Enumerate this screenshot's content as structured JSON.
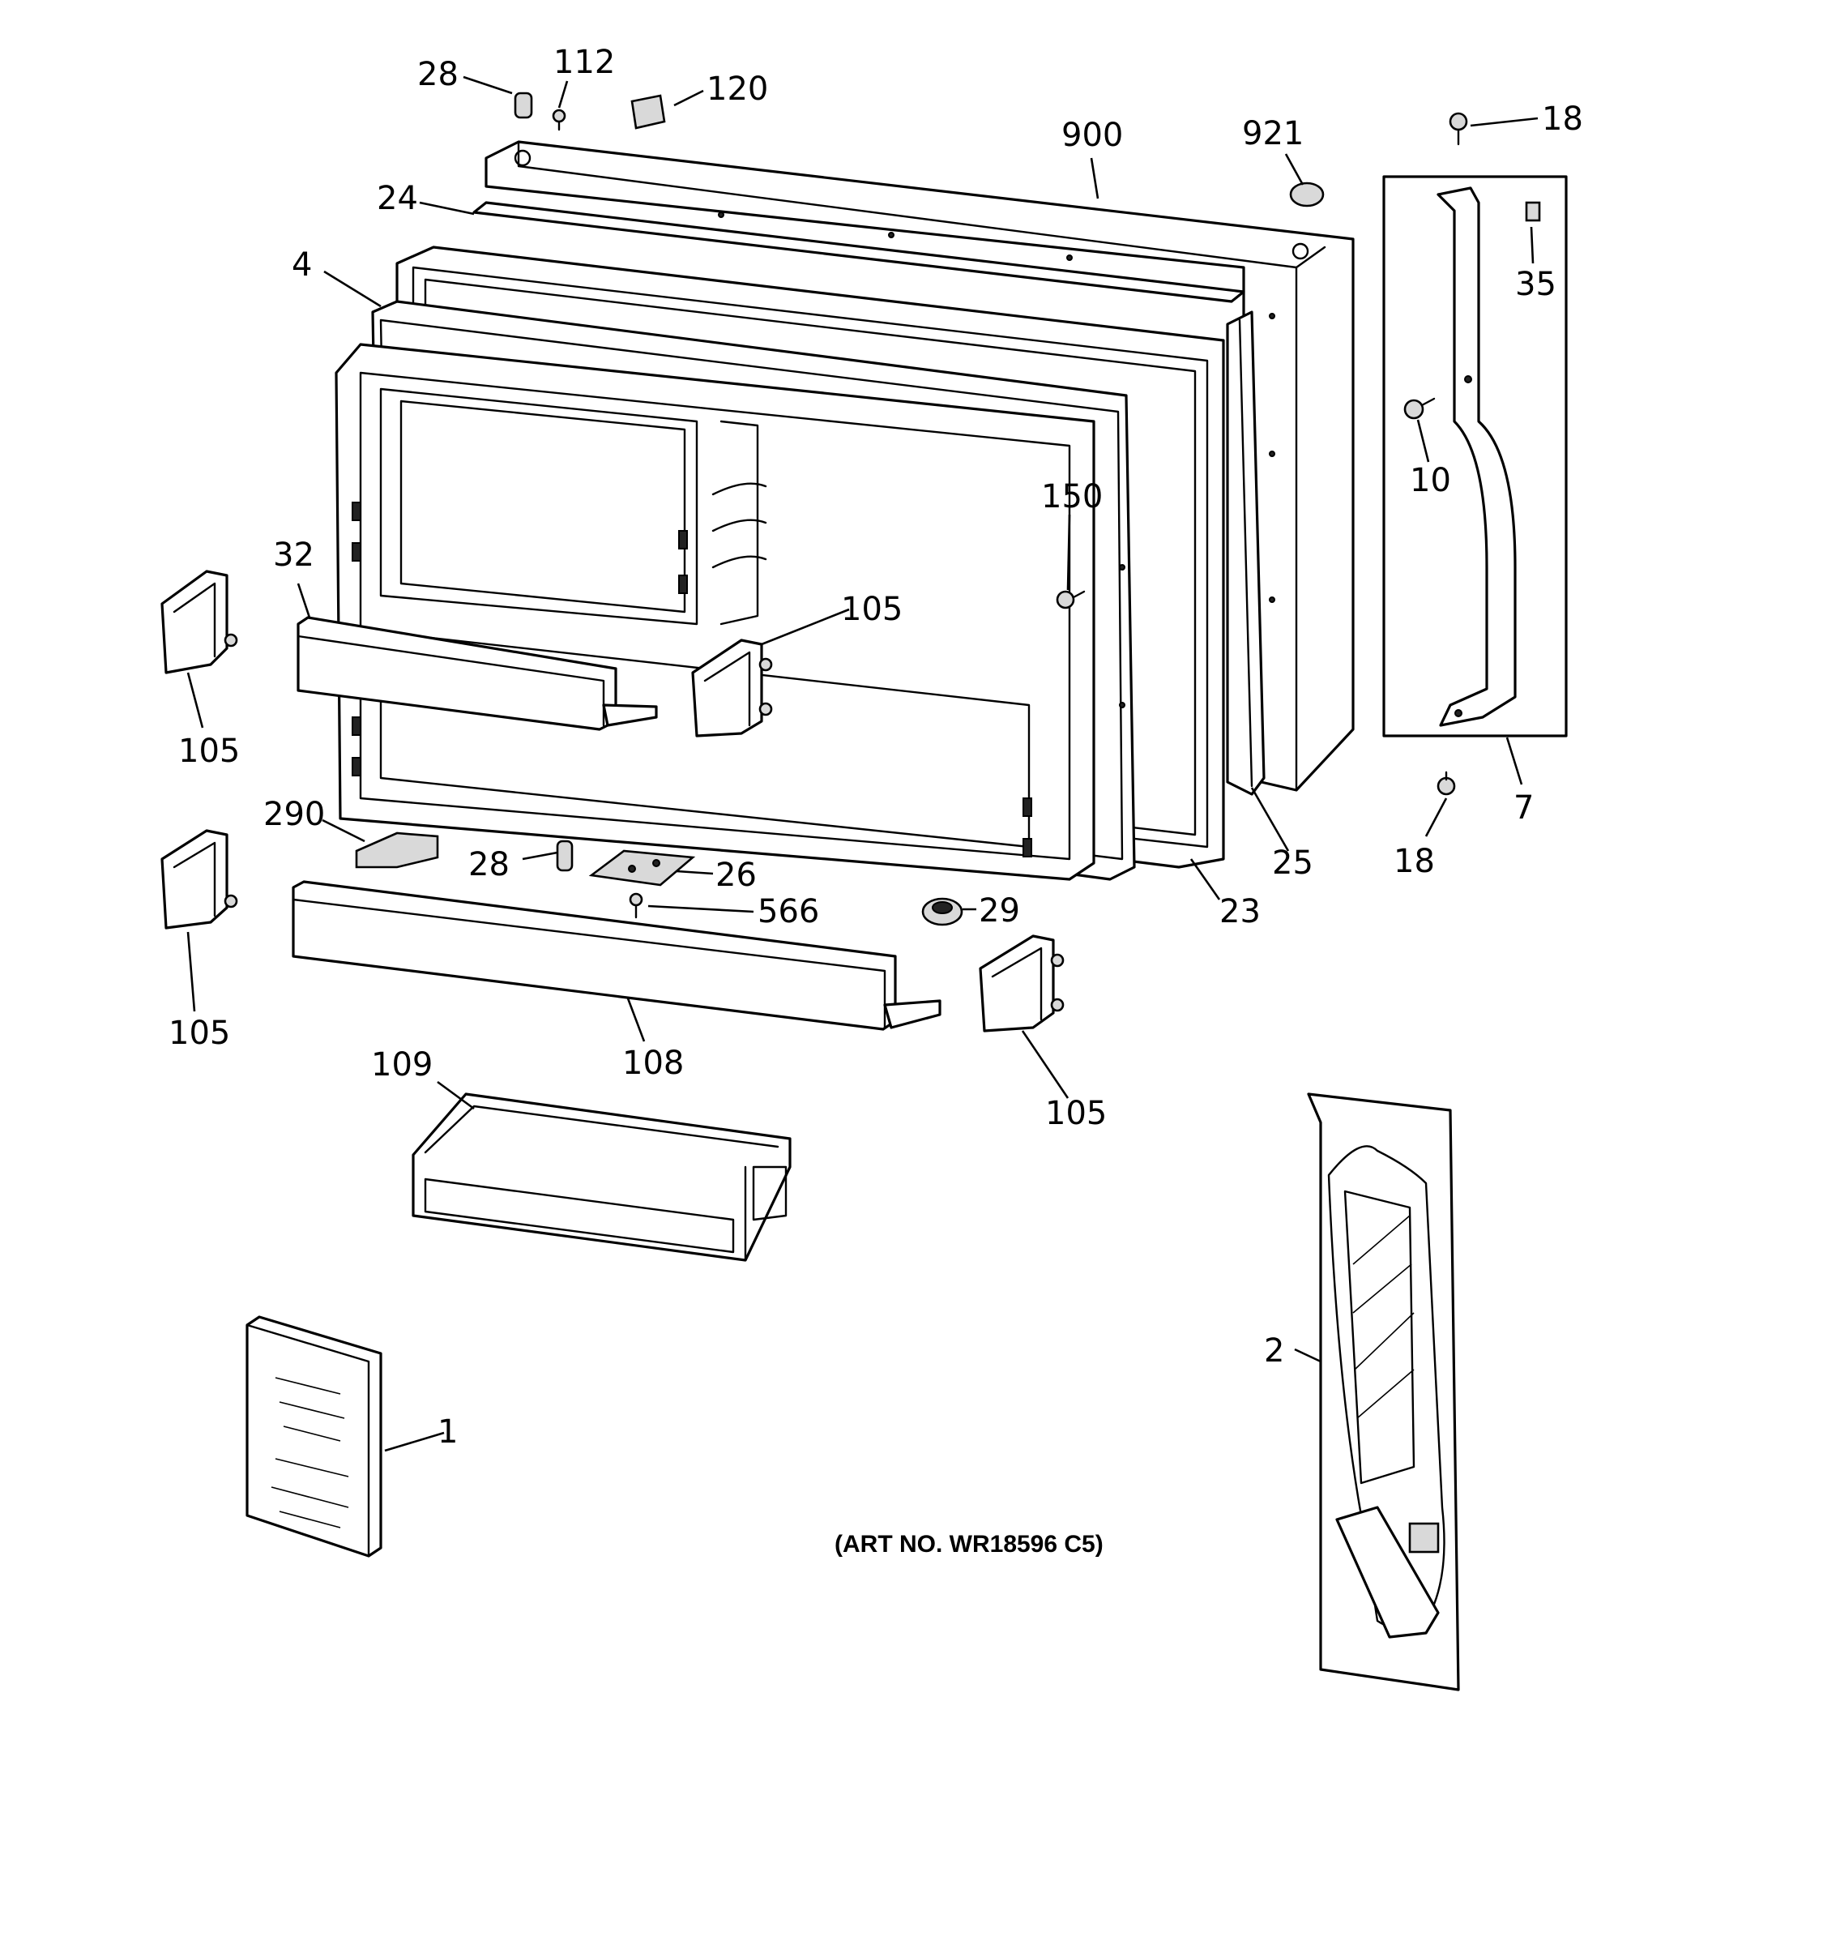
{
  "diagram": {
    "art_number": "(ART NO. WR18596 C5)",
    "callouts": [
      "28",
      "112",
      "120",
      "900",
      "921",
      "18",
      "24",
      "4",
      "35",
      "10",
      "150",
      "32",
      "105",
      "105",
      "7",
      "290",
      "28",
      "26",
      "566",
      "29",
      "25",
      "18",
      "23",
      "105",
      "108",
      "109",
      "105",
      "1",
      "2"
    ]
  }
}
